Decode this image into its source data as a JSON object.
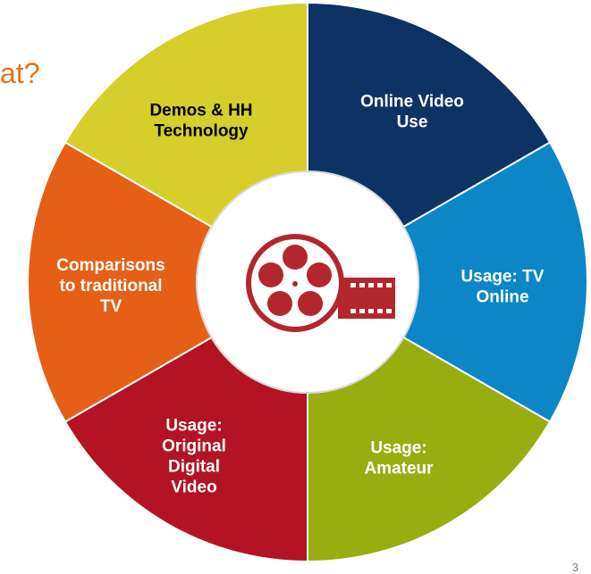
{
  "title_fragment": "at?",
  "page_number": "3",
  "wheel": {
    "segments": [
      {
        "name": "online-video-use",
        "lines": [
          "Online Video",
          "Use"
        ],
        "color": "#0d3364",
        "text_color": "#ffffff"
      },
      {
        "name": "usage-tv-online",
        "lines": [
          "Usage: TV",
          "Online"
        ],
        "color": "#0c86c7",
        "text_color": "#ffffff"
      },
      {
        "name": "usage-amateur",
        "lines": [
          "Usage:",
          "Amateur"
        ],
        "color": "#98ad10",
        "text_color": "#ffffff"
      },
      {
        "name": "usage-original-digital-video",
        "lines": [
          "Usage:",
          "Original",
          "Digital",
          "Video"
        ],
        "color": "#b41324",
        "text_color": "#ffffff"
      },
      {
        "name": "comparisons-to-traditional-tv",
        "lines": [
          "Comparisons",
          "to traditional",
          "TV"
        ],
        "color": "#e65f16",
        "text_color": "#ffffff"
      },
      {
        "name": "demos-hh-technology",
        "lines": [
          "Demos & HH",
          "Technology"
        ],
        "color": "#d6ce2b",
        "text_color": "#000000"
      }
    ],
    "center_icon": "film-reel-icon",
    "icon_color": "#b3262b"
  }
}
